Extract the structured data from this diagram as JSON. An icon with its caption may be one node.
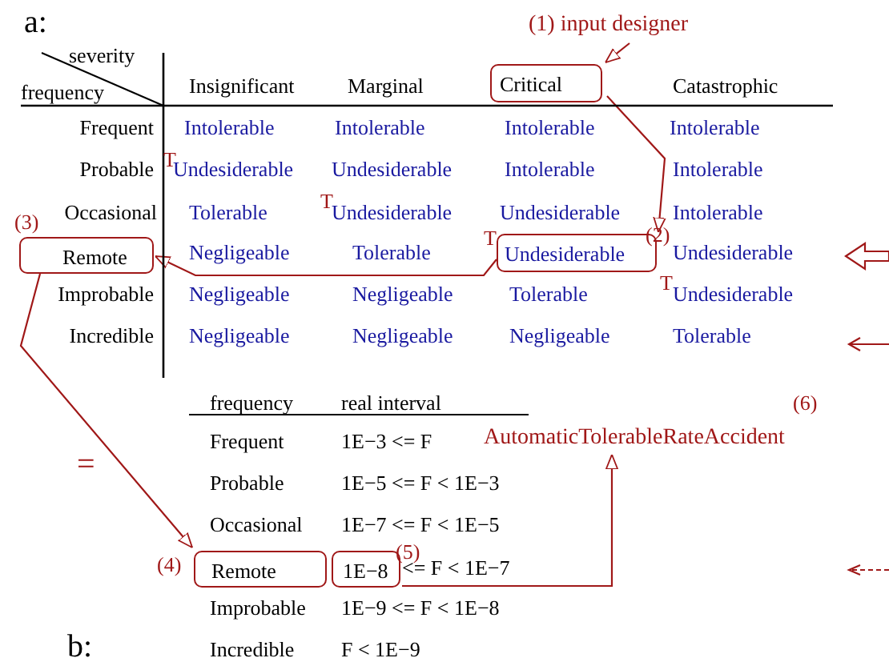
{
  "diagram": {
    "nodes": [
      {
        "text": [
          "(1) input designer"
        ]
      },
      {
        "text": [
          "Critical"
        ]
      },
      {
        "text": [
          "Undesiderable"
        ],
        "beside": [
          "(2)"
        ]
      },
      {
        "text": [
          "Remote"
        ],
        "beside": [
          "(3)"
        ]
      },
      {
        "text": [
          "Remote"
        ],
        "beside": [
          "(4)"
        ]
      },
      {
        "text": [
          "1E−8"
        ],
        "beside": [
          "(5)"
        ]
      },
      {
        "text": [
          "AutomaticTolerableRateAccident"
        ],
        "beside": [
          "(6)"
        ]
      }
    ],
    "edges": [
      {
        "from": 0,
        "to": 1,
        "arrow": "to"
      },
      {
        "from": 1,
        "to": 2,
        "arrow": "to"
      },
      {
        "from": 2,
        "to": 3,
        "arrow": "to"
      },
      {
        "from": 3,
        "to": 4,
        "arrow": "to"
      },
      {
        "from": 5,
        "to": 6,
        "arrow": "to"
      }
    ],
    "labels": [
      "a:",
      "severity",
      "frequency",
      "Insignificant",
      "Marginal",
      "Catastrophic",
      "Frequent",
      "Intolerable",
      "Intolerable",
      "Intolerable",
      "Intolerable",
      "T",
      "Probable",
      "Undesiderable",
      "Undesiderable",
      "Intolerable",
      "Intolerable",
      "Occasional",
      "Tolerable",
      "T",
      "Undesiderable",
      "Undesiderable",
      "Intolerable",
      "T",
      "Negligeable",
      "Tolerable",
      "Undesiderable",
      "T",
      "Improbable",
      "Negligeable",
      "Negligeable",
      "Tolerable",
      "Undesiderable",
      "Incredible",
      "Negligeable",
      "Negligeable",
      "Negligeable",
      "Tolerable",
      "frequency",
      "real interval",
      "Frequent",
      "1E−3 <= F",
      "=",
      "Probable",
      "1E−5 <= F < 1E−3",
      "Occasional",
      "1E−7 <= F < 1E−5",
      "<= F < 1E−7",
      "Improbable",
      "1E−9 <= F < 1E−8",
      "b:",
      "Incredible",
      "F < 1E−9"
    ]
  }
}
